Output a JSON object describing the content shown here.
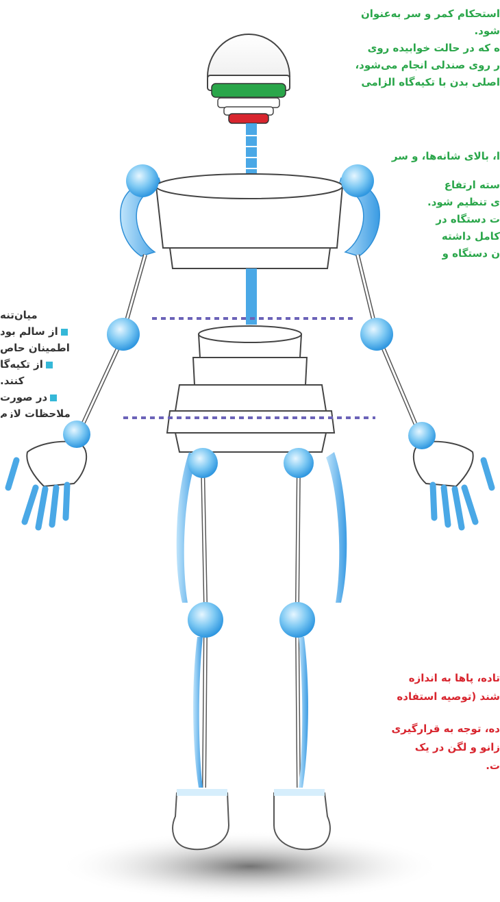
{
  "colors": {
    "joint": "#5bb8ee",
    "limb_accent": "#4aa8e6",
    "green_band": "#2aa64a",
    "red_band": "#d8252e",
    "guide_line": "#6b62b8",
    "shadow": "#555555"
  },
  "top_text": {
    "lines": [
      "استحکام کمر و سر به‌عنوان",
      "شود.",
      "ه که در حالت خوابیده روی",
      "ر روی صندلی انجام می‌شود،",
      "اصلی بدن با تکیه‌گاه الزامی"
    ]
  },
  "shoulder_text": {
    "lines": [
      "ا، بالای شانه‌ها، و سر"
    ]
  },
  "right_green_text": {
    "lines": [
      "سته ارتفاع",
      "ی تنظیم شود.",
      "ت دستگاه در",
      "کامل داشته",
      "ن دستگاه و"
    ]
  },
  "left_text": {
    "title": "میان‌تنه",
    "lines": [
      "از سالم بود",
      "اطمینان حاص",
      "از تکیه‌گا",
      "کنند.",
      "در صورت",
      "ملاحظات لازم"
    ]
  },
  "red_text": {
    "lines": [
      "تاده، پاها به اندازه",
      "شند (توصیه استفاده",
      "",
      "ده، توجه به قرارگیری",
      "زانو و لگن در یک",
      "ت."
    ]
  }
}
